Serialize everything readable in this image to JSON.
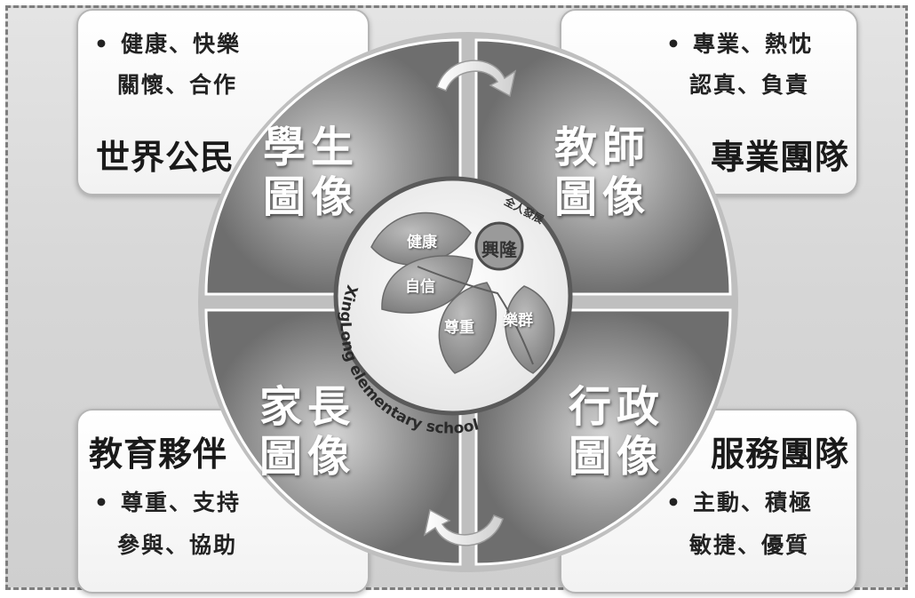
{
  "cards": {
    "top_left": {
      "lines": [
        "健康、快樂",
        "關懷、合作"
      ],
      "title": "世界公民"
    },
    "top_right": {
      "lines": [
        "專業、熱忱",
        "認真、負責"
      ],
      "title": "專業團隊"
    },
    "bottom_left": {
      "title": "教育夥伴",
      "lines": [
        "尊重、支持",
        "參與、協助"
      ]
    },
    "bottom_right": {
      "title": "服務團隊",
      "lines": [
        "主動、積極",
        "敏捷、優質"
      ]
    },
    "bullet": "•"
  },
  "quadrants": {
    "student": "學生\n圖像",
    "teacher": "教師\n圖像",
    "parent": "家長\n圖像",
    "admin": "行政\n圖像"
  },
  "center": {
    "leaves": [
      "健康",
      "自信",
      "尊重",
      "樂群"
    ],
    "brand": "興隆",
    "brand_sub": "全人發展",
    "circle_text": "XingLong elementary school"
  },
  "colors": {
    "quad_fill": "#808080",
    "ring": "#6a6a6a",
    "leaf": "#9a9a9a"
  }
}
